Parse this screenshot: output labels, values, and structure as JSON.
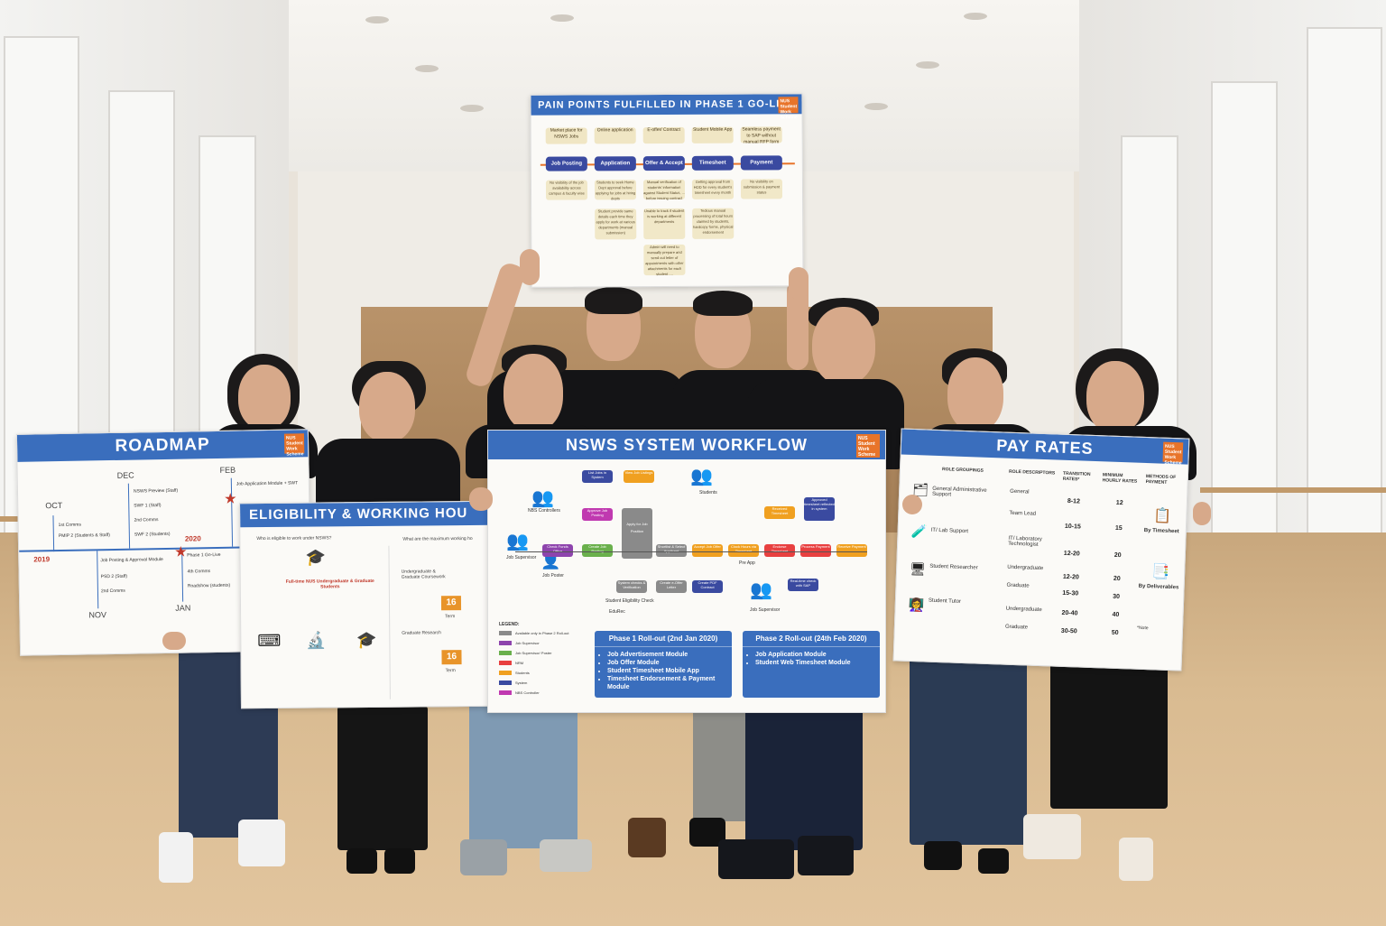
{
  "boards": {
    "pain_points": {
      "title": "PAIN POINTS FULFILLED IN PHASE 1 GO-LIVE",
      "steps": [
        "Job Posting",
        "Application",
        "Offer & Accept",
        "Timesheet",
        "Payment"
      ],
      "top_notes": [
        "Market place for NSWS Jobs",
        "Online application",
        "E-offer/ Contract",
        "Student Mobile App",
        "Seamless payment to SAP without manual RFP form"
      ],
      "notes": [
        "No visibility of the job availability across campus & faculty wise",
        "Students to seek Home Dept approval before applying for jobs at hiring depts",
        "Manual verification of students' information against Student Status, ... before issuing contract",
        "Getting approval from HOD for every student's timesheet every month",
        "No visibility on submission & payment status"
      ],
      "notes2": [
        "Student provide same details each time they apply for work at various departments (manual submission)",
        "Unable to track if student is working at different departments",
        "Tedious manual processing of total hours claimed by students, hardcopy forms, physical endorsement"
      ],
      "notes3": [
        "Admin will need to manually prepare and send out letter of appointments with other attachments for each student ...."
      ]
    },
    "roadmap": {
      "title": "ROADMAP",
      "months_top": [
        "OCT",
        "DEC",
        "FEB"
      ],
      "months_bottom": [
        "NOV",
        "JAN"
      ],
      "years": [
        "2019",
        "2020"
      ],
      "items_top": [
        "1st Comms",
        "PMIP 2 (Students & Staff)",
        "NSWS Preview (Staff)",
        "SWF 1 (Staff)",
        "2nd Comms",
        "SWF 2 (Students)",
        "Job Application Module + SWT"
      ],
      "items_bottom": [
        "Job Posting & Approval Module",
        "PSD 2 (Staff)",
        "2nd Comms",
        "Phase 1 Go-Live",
        "4th Comms",
        "Roadshow (students)"
      ]
    },
    "eligibility": {
      "title": "ELIGIBILITY & WORKING HOU",
      "q1": "Who is eligible to work under NSWS?",
      "q2": "What are the maximum working ho",
      "eligible": "Full-time NUS Undergraduate & Graduate Students",
      "row1": "Undergraduate & Graduate Coursework",
      "row2": "Graduate Research",
      "hours": [
        "16",
        "16"
      ],
      "term": "Term"
    },
    "workflow": {
      "title": "NSWS SYSTEM WORKFLOW",
      "nodes": [
        "List Jobs in System",
        "View Job Listings",
        "Students",
        "Approve Job Posting",
        "Apply for Job Position",
        "Received Timesheet",
        "Approved timesheet reflected in system",
        "NBS Controllers",
        "Check Funds Office",
        "Create Job Posting",
        "Shortlist & Select Applicant",
        "Accept Job Offer",
        "Clock Hours via Timesheet",
        "Endorse Timesheet",
        "Process Payment",
        "Receive Payment",
        "Job Supervisor",
        "System checks & Verification",
        "Create e-Offer Letter",
        "Create PDF Contract",
        "Real-time check with SAP",
        "Job Poster",
        "Student Eligibility Check",
        "EduRec",
        "Job Supervisor",
        "Pre App"
      ],
      "legend_title": "LEGEND:",
      "legend": [
        {
          "label": "Available only in Phase 2 Roll-out",
          "color": "#8a8a8a"
        },
        {
          "label": "Job Supervisor",
          "color": "#8e44ad"
        },
        {
          "label": "Job Supervisor/ Poster",
          "color": "#6ab04c"
        },
        {
          "label": "NRM",
          "color": "#e84040"
        },
        {
          "label": "Students",
          "color": "#f0a020"
        },
        {
          "label": "System",
          "color": "#3a4aa0"
        },
        {
          "label": "NBS Controller",
          "color": "#c039b0"
        }
      ],
      "phase1_title": "Phase 1 Roll-out (2nd Jan 2020)",
      "phase1_items": [
        "Job Advertisement Module",
        "Job Offer Module",
        "Student Timesheet Mobile App",
        "Timesheet Endorsement & Payment Module"
      ],
      "phase2_title": "Phase 2 Roll-out (24th Feb 2020)",
      "phase2_items": [
        "Job Application Module",
        "Student Web Timesheet Module"
      ]
    },
    "pay_rates": {
      "title": "PAY RATES",
      "headers": [
        "ROLE GROUPINGS",
        "ROLE DESCRIPTORS",
        "TRANSITION RATES*",
        "MINIMUM HOURLY RATES",
        "METHODS OF PAYMENT"
      ],
      "roles": [
        "General Administrative Support",
        "IT/ Lab Support",
        "Student Researcher",
        "Student Tutor"
      ],
      "descriptors": [
        "General",
        "Team Lead",
        "IT/ Laboratory Technologist",
        "Undergraduate",
        "Graduate",
        "Undergraduate",
        "Graduate"
      ],
      "transition": [
        "8-12",
        "10-15",
        "12-20",
        "12-20",
        "15-30",
        "20-40",
        "30-50"
      ],
      "minimum": [
        "12",
        "15",
        "20",
        "20",
        "30",
        "40",
        "50"
      ],
      "methods": [
        "By Timesheet",
        "By Deliverables"
      ],
      "note": "*Note"
    },
    "logo_text": "NUS Student Work Scheme"
  },
  "colors": {
    "header_blue": "#3a6ebd",
    "process_navy": "#3a4aa0",
    "accent_orange": "#e8742a"
  }
}
